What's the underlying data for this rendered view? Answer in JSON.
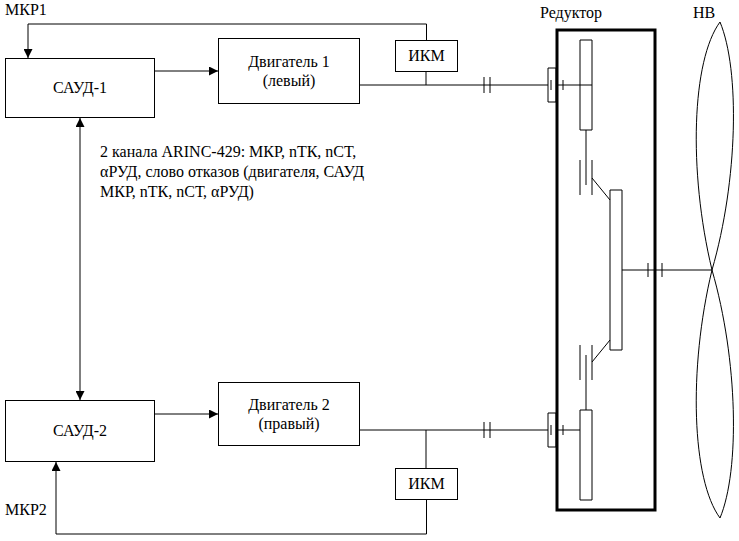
{
  "diagram": {
    "nodes": [
      {
        "text": [
          "САУД-1"
        ]
      },
      {
        "text": [
          "Двигатель 1 (левый)"
        ]
      },
      {
        "text": [
          "ИКМ"
        ]
      },
      {
        "text": [
          "САУД-2"
        ]
      },
      {
        "text": [
          "Двигатель 2 (правый)"
        ]
      },
      {
        "text": [
          "ИКМ"
        ]
      }
    ],
    "edges": [
      {
        "from": 2,
        "to": 0,
        "arrow": "to",
        "label": "MКР1"
      },
      {
        "from": 0,
        "to": 1,
        "arrow": "to"
      },
      {
        "from": 0,
        "to": 3,
        "arrow": "both",
        "label": "2 канала ARINC-429: MКР, nТК, nСТ, αРУД, слово отказов (двигателя, САУД MКР, nТК, nСТ, αРУД)"
      },
      {
        "from": 3,
        "to": 4,
        "arrow": "to"
      },
      {
        "from": 5,
        "to": 3,
        "arrow": "to",
        "label": "MКР2"
      }
    ],
    "labels": [
      "Редуктор",
      "НВ"
    ]
  }
}
